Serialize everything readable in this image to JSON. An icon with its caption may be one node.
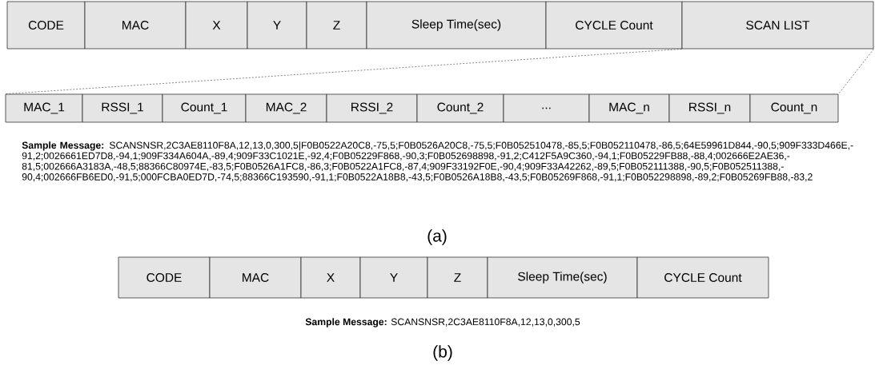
{
  "diagram": {
    "nodes": [
      {
        "text": [
          "CODE"
        ]
      },
      {
        "text": [
          "MAC"
        ]
      },
      {
        "text": [
          "X"
        ]
      },
      {
        "text": [
          "Y"
        ]
      },
      {
        "text": [
          "Z"
        ]
      },
      {
        "text": [
          "Sleep Time(sec)"
        ]
      },
      {
        "text": [
          "CYCLE Count"
        ]
      },
      {
        "text": [
          "SCAN LIST"
        ]
      },
      {
        "text": [
          "MAC_1"
        ]
      },
      {
        "text": [
          "RSSI_1"
        ]
      },
      {
        "text": [
          "Count_1"
        ]
      },
      {
        "text": [
          "MAC_2"
        ]
      },
      {
        "text": [
          "RSSI_2"
        ]
      },
      {
        "text": [
          "Count_2"
        ]
      },
      {
        "text": [
          "..."
        ]
      },
      {
        "text": [
          "MAC_n"
        ]
      },
      {
        "text": [
          "RSSI_n"
        ]
      },
      {
        "text": [
          "Count_n"
        ]
      },
      {
        "text": [
          "CODE"
        ]
      },
      {
        "text": [
          "MAC"
        ]
      },
      {
        "text": [
          "X"
        ]
      },
      {
        "text": [
          "Y"
        ]
      },
      {
        "text": [
          "Z"
        ]
      },
      {
        "text": [
          "Sleep Time(sec)"
        ]
      },
      {
        "text": [
          "CYCLE Count"
        ]
      }
    ],
    "edges": [
      {
        "from": 7,
        "to": 8,
        "arrow": "none",
        "style": "dashed"
      },
      {
        "from": 7,
        "to": 17,
        "arrow": "none",
        "style": "dashed"
      }
    ],
    "labels": [
      "**Sample Message:** SCANSNSR,2C3AE8110F8A,12,13,0,300,5|F0B0522A20C8,-75,5;F0B0526A20C8,-75,5;F0B052510478,-85,5;F0B052110478,-86,5;64E59961D844,-90,5;909F333D466E,-91,2;0026661ED7D8,-94,1;909F334A604A,-89,4;909F33C1021E,-92,4;F0B05229F868,-90,3;F0B052698898,-91,2;C412F5A9C360,-94,1;F0B05229FB88,-88,4;002666E2AE36,-81,5;002666A3183A,-48,5;88366C80974E,-83,5;F0B0526A1FC8,-86,3;F0B0522A1FC8,-87,4;909F33192F0E,-90,4;909F33A42262,-89,5;F0B052111388,-90,5;F0B052511388,-90,4;002666FB6ED0,-91,5;000FCBA0ED7D,-74,5;88366C193590,-91,1;F0B0522A18B8,-43,5;F0B0526A18B8,-43,5;F0B05269F868,-91,1;F0B052298898,-89,2;F0B05269FB88,-83,2",
      "(a)",
      "**Sample Message:** SCANSNSR,2C3AE8110F8A,12,13,0,300,5",
      "(b)"
    ]
  }
}
